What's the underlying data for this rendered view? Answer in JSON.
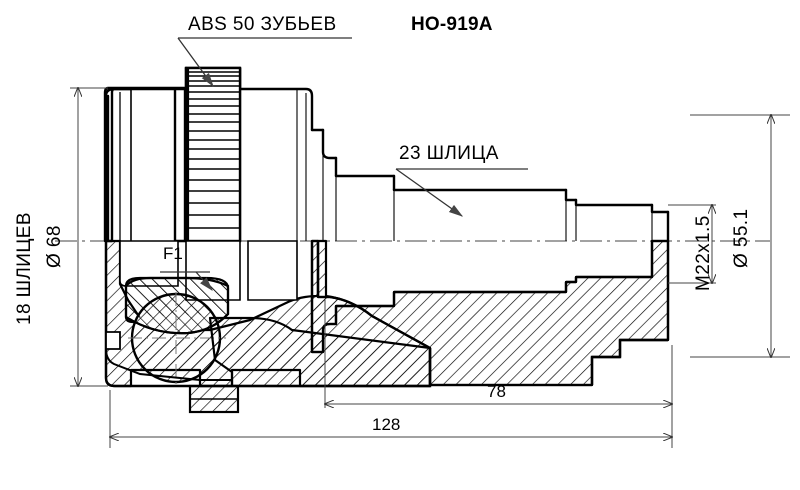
{
  "drawing": {
    "type": "cv-joint-technical-drawing",
    "part_number": "HO-919A",
    "annotations": {
      "abs_ring": "ABS 50 ЗУБЬЕВ",
      "outer_splines": "18 ШЛИЦЕВ",
      "outer_diameter": "Ø 68",
      "inner_splines": "23 ШЛИЦА",
      "thread": "M22x1.5",
      "flange_diameter": "Ø 55.1",
      "feature_callout": "F1"
    },
    "dimensions": {
      "shaft_length": "78",
      "total_length": "128"
    },
    "colors": {
      "line": "#000000",
      "thin_line": "#555555",
      "background": "#ffffff"
    }
  },
  "chart_data": {
    "type": "table",
    "title": "HO-919A",
    "categories": [
      "ABS teeth",
      "Outer splines",
      "Outer diameter",
      "Inner splines",
      "Thread",
      "Flange diameter",
      "Shaft length",
      "Total length"
    ],
    "values": [
      "50",
      "18",
      "68",
      "23",
      "M22x1.5",
      "55.1",
      "78",
      "128"
    ]
  }
}
